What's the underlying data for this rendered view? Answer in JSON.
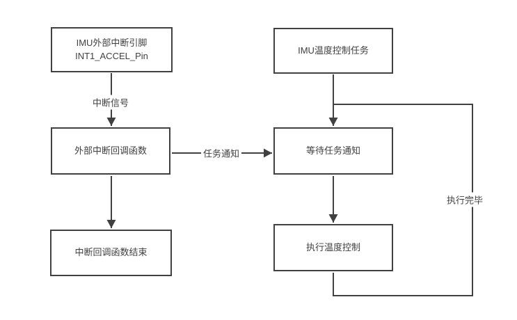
{
  "diagram": {
    "title": "IMU interrupt and temperature control task flowchart",
    "nodes": {
      "imu_pin": {
        "label": "IMU外部中断引脚\nINT1_ACCEL_Pin"
      },
      "imu_temp_task": {
        "label": "IMU温度控制任务"
      },
      "ext_callback": {
        "label": "外部中断回调函数"
      },
      "wait_notify": {
        "label": "等待任务通知"
      },
      "callback_end": {
        "label": "中断回调函数结束"
      },
      "exec_temp": {
        "label": "执行温度控制"
      }
    },
    "edge_labels": {
      "interrupt_signal": "中断信号",
      "task_notify": "任务通知",
      "exec_done": "执行完毕"
    },
    "colors": {
      "line": "#404040",
      "text": "#404040",
      "node_fill": "#ffffff",
      "background": "#ffffff"
    }
  }
}
